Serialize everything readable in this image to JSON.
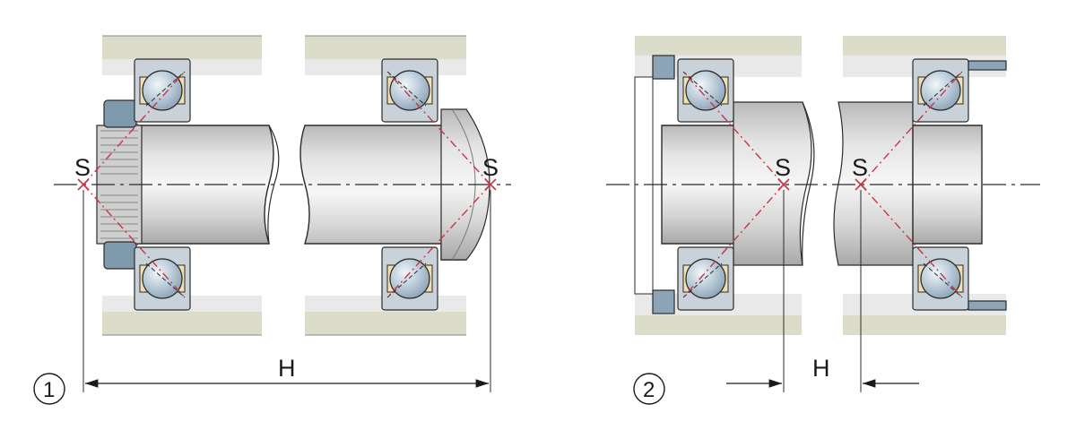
{
  "diagram": {
    "figures": [
      {
        "number": "1",
        "arrangement": "back-to-back",
        "pressure_center_left": "S",
        "pressure_center_right": "S",
        "distance_label": "H"
      },
      {
        "number": "2",
        "arrangement": "face-to-face",
        "pressure_center_left": "S",
        "pressure_center_right": "S",
        "distance_label": "H"
      }
    ],
    "colors": {
      "housing": "#dcdccb",
      "housing_bore": "#e9e9e9",
      "ring": "#c9d2d9",
      "cage": "#f0dfb0",
      "ball": "#b4c6d4",
      "shaft": "#d6d6d6",
      "nut": "#7f9aad",
      "spacer": "#8ba4b8",
      "contact_line": "#cc3344",
      "outline": "#2b2b2b"
    }
  }
}
